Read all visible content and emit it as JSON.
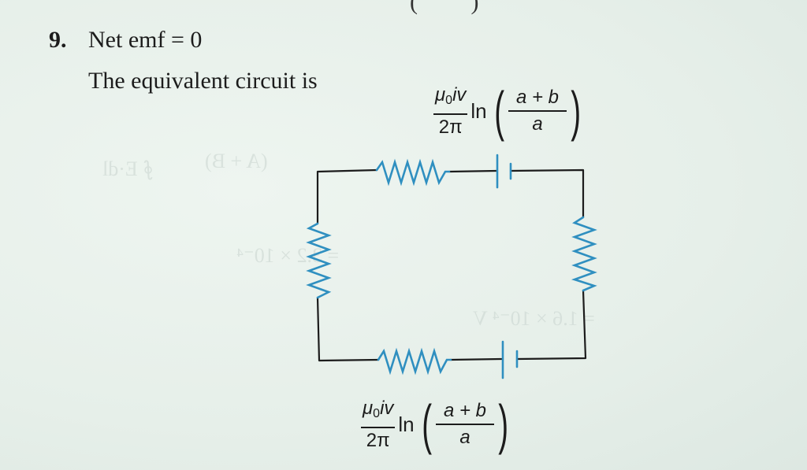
{
  "page": {
    "question_number": "9.",
    "line1": "Net emf = 0",
    "line2": "The equivalent circuit is",
    "top_fragment": "(     )"
  },
  "formula_top": {
    "numerator_mu": "μ",
    "numerator_sub": "0",
    "numerator_rest": "iv",
    "denominator": "2π",
    "ln": "ln",
    "inner_numerator": "a + b",
    "inner_denominator": "a",
    "open_paren": "(",
    "close_paren": ")"
  },
  "formula_bottom": {
    "numerator_mu": "μ",
    "numerator_sub": "0",
    "numerator_rest": "iv",
    "denominator": "2π",
    "ln": "ln",
    "inner_numerator": "a + b",
    "inner_denominator": "a",
    "open_paren": "(",
    "close_paren": ")"
  },
  "circuit": {
    "description": "Rectangular loop with four resistors and two cells",
    "components": [
      {
        "type": "resistor",
        "side": "top"
      },
      {
        "type": "cell",
        "side": "top"
      },
      {
        "type": "resistor",
        "side": "left"
      },
      {
        "type": "resistor",
        "side": "right"
      },
      {
        "type": "resistor",
        "side": "bottom"
      },
      {
        "type": "cell",
        "side": "bottom"
      }
    ],
    "colors": {
      "wire": "#1c1c1c",
      "component": "#2f8fc0"
    }
  },
  "show_through": {
    "text_1": "(A + B)",
    "text_2": "∮ E·dl",
    "text_3": "= 3.2 × 10⁻⁴",
    "text_4": "= 1.6 × 10⁻⁴ V"
  }
}
